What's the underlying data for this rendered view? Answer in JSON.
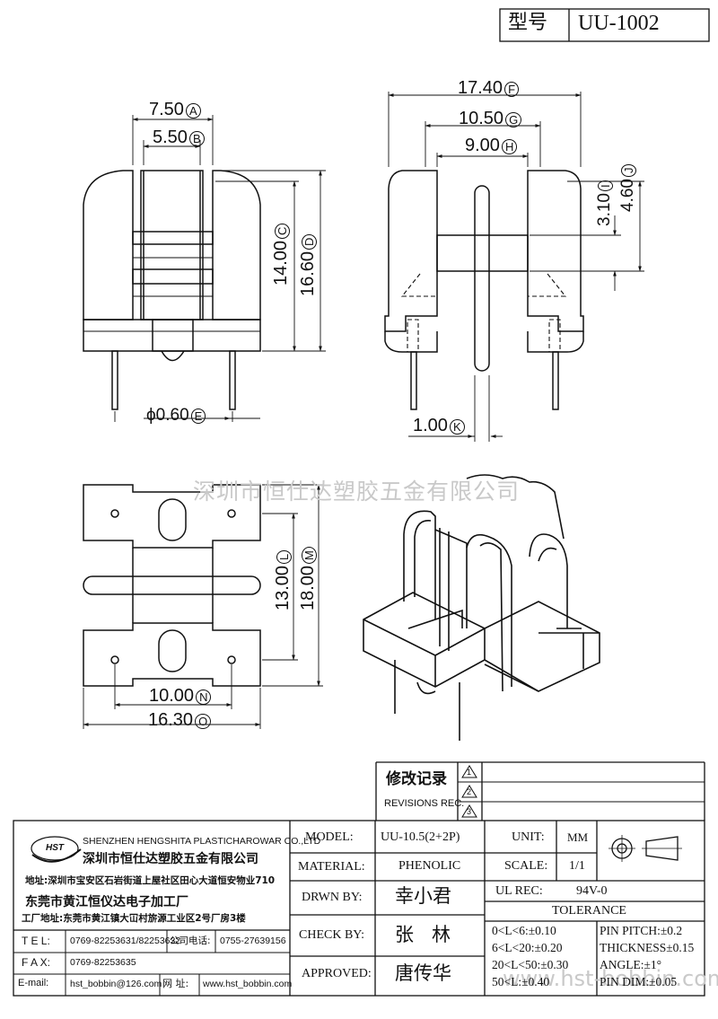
{
  "header": {
    "model_label": "型号",
    "model_value": "UU-1002"
  },
  "dimensions": {
    "A": "7.50",
    "B": "5.50",
    "C": "14.00",
    "D": "16.60",
    "E": "0.60",
    "F": "17.40",
    "G": "10.50",
    "H": "9.00",
    "I": "3.10",
    "J": "4.60",
    "K": "1.00",
    "L": "13.00",
    "M": "18.00",
    "N": "10.00",
    "O": "16.30",
    "diameter_symbol": "ϕ"
  },
  "watermarks": {
    "center": "深圳市恒仕达塑胶五金有限公司",
    "bottom": "www.hst-bobbin.com"
  },
  "revisions": {
    "title": "修改记录",
    "subtitle": "REVISIONS REC.",
    "marks": [
      "1",
      "2",
      "3"
    ]
  },
  "company": {
    "logo": "HST",
    "name_en": "SHENZHEN HENGSHITA PLASTICHAROWAR CO.,LTD",
    "name_cn": "深圳市恒仕达塑胶五金有限公司",
    "address": "地址:深圳市宝安区石岩街道上屋社区田心大道恒安物业710",
    "factory_name": "东莞市黄江恒仪达电子加工厂",
    "factory_address": "工厂地址:东莞市黄江镇大冚村旂源工业区2号厂房3楼"
  },
  "contacts": {
    "tel_label": "T E L:",
    "tel_value": "0769-82253631/82253632",
    "phone_label": "公司电话:",
    "phone_value": "0755-27639156",
    "fax_label": "F A X:",
    "fax_value": "0769-82253635",
    "email_label": "E-mail:",
    "email_value": "hst_bobbin@126.com",
    "web_label": "网 址:",
    "web_value": "www.hst_bobbin.com"
  },
  "spec": {
    "model_label": "MODEL:",
    "model_value": "UU-10.5(2+2P)",
    "material_label": "MATERIAL:",
    "material_value": "PHENOLIC",
    "drawn_label": "DRWN BY:",
    "drawn_value": "幸小君",
    "check_label": "CHECK BY:",
    "check_value": "张   林",
    "approved_label": "APPROVED:",
    "approved_value": "唐传华",
    "unit_label": "UNIT:",
    "unit_value": "MM",
    "scale_label": "SCALE:",
    "scale_value": "1/1",
    "ul_label": "UL REC:",
    "ul_value": "94V-0",
    "tolerance_label": "TOLERANCE",
    "tolerances": [
      "0<L<6:±0.10",
      "6<L<20:±0.20",
      "20<L<50:±0.30",
      "50<L:±0.40"
    ],
    "pin_tolerances": [
      "PIN PITCH:±0.2",
      "THICKNESS±0.15",
      "ANGLE:±1°",
      "PIN DIM:±0.05"
    ]
  }
}
